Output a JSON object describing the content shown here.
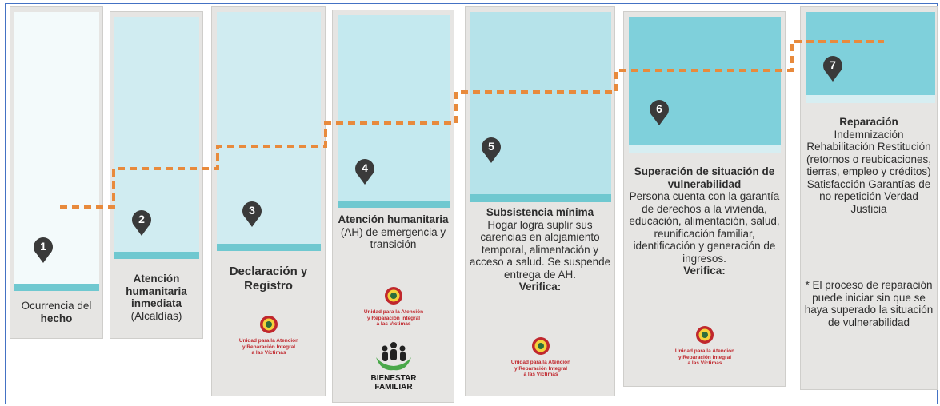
{
  "stages": [
    {
      "number": "1",
      "title": "",
      "desc_plain": "Ocurrencia del ",
      "desc_bold": "hecho"
    },
    {
      "number": "2",
      "title": "Atención humanitaria inmediata",
      "desc": "(Alcaldías)"
    },
    {
      "number": "3",
      "title": "Declaración y Registro"
    },
    {
      "number": "4",
      "title_bold": "Atención humanitaria",
      "title_plain": " (AH) de emergencia y transición"
    },
    {
      "number": "5",
      "title": "Subsistencia mínima",
      "desc": "Hogar logra suplir sus carencias en alojamiento temporal, alimentación y acceso a salud. Se suspende entrega de AH.",
      "verify": "Verifica:"
    },
    {
      "number": "6",
      "title": "Superación de situación de vulnerabilidad",
      "desc": "Persona cuenta con la garantía de derechos a la vivienda, educación, alimentación, salud, reunificación familiar, identificación y generación de ingresos.",
      "verify": "Verifica:"
    },
    {
      "number": "7",
      "title": "Reparación",
      "items": "Indemnización Rehabilitación Restitución (retornos o reubicaciones, tierras, empleo y créditos) Satisfacción Garantías de no repetición Verdad Justicia",
      "note": "* El proceso de reparación puede iniciar sin que se haya superado la situación de vulnerabilidad"
    }
  ],
  "logo_text": {
    "line1": "Unidad para la Atención",
    "line2": "y Reparación Integral",
    "line3": "a las Víctimas"
  },
  "bienestar": {
    "line1": "BIENESTAR",
    "line2": "FAMILIAR"
  },
  "colors": {
    "path": "#e88a3c",
    "band": "#6fc8d0",
    "pin": "#3a3a3a",
    "card": "#e6e5e3"
  }
}
